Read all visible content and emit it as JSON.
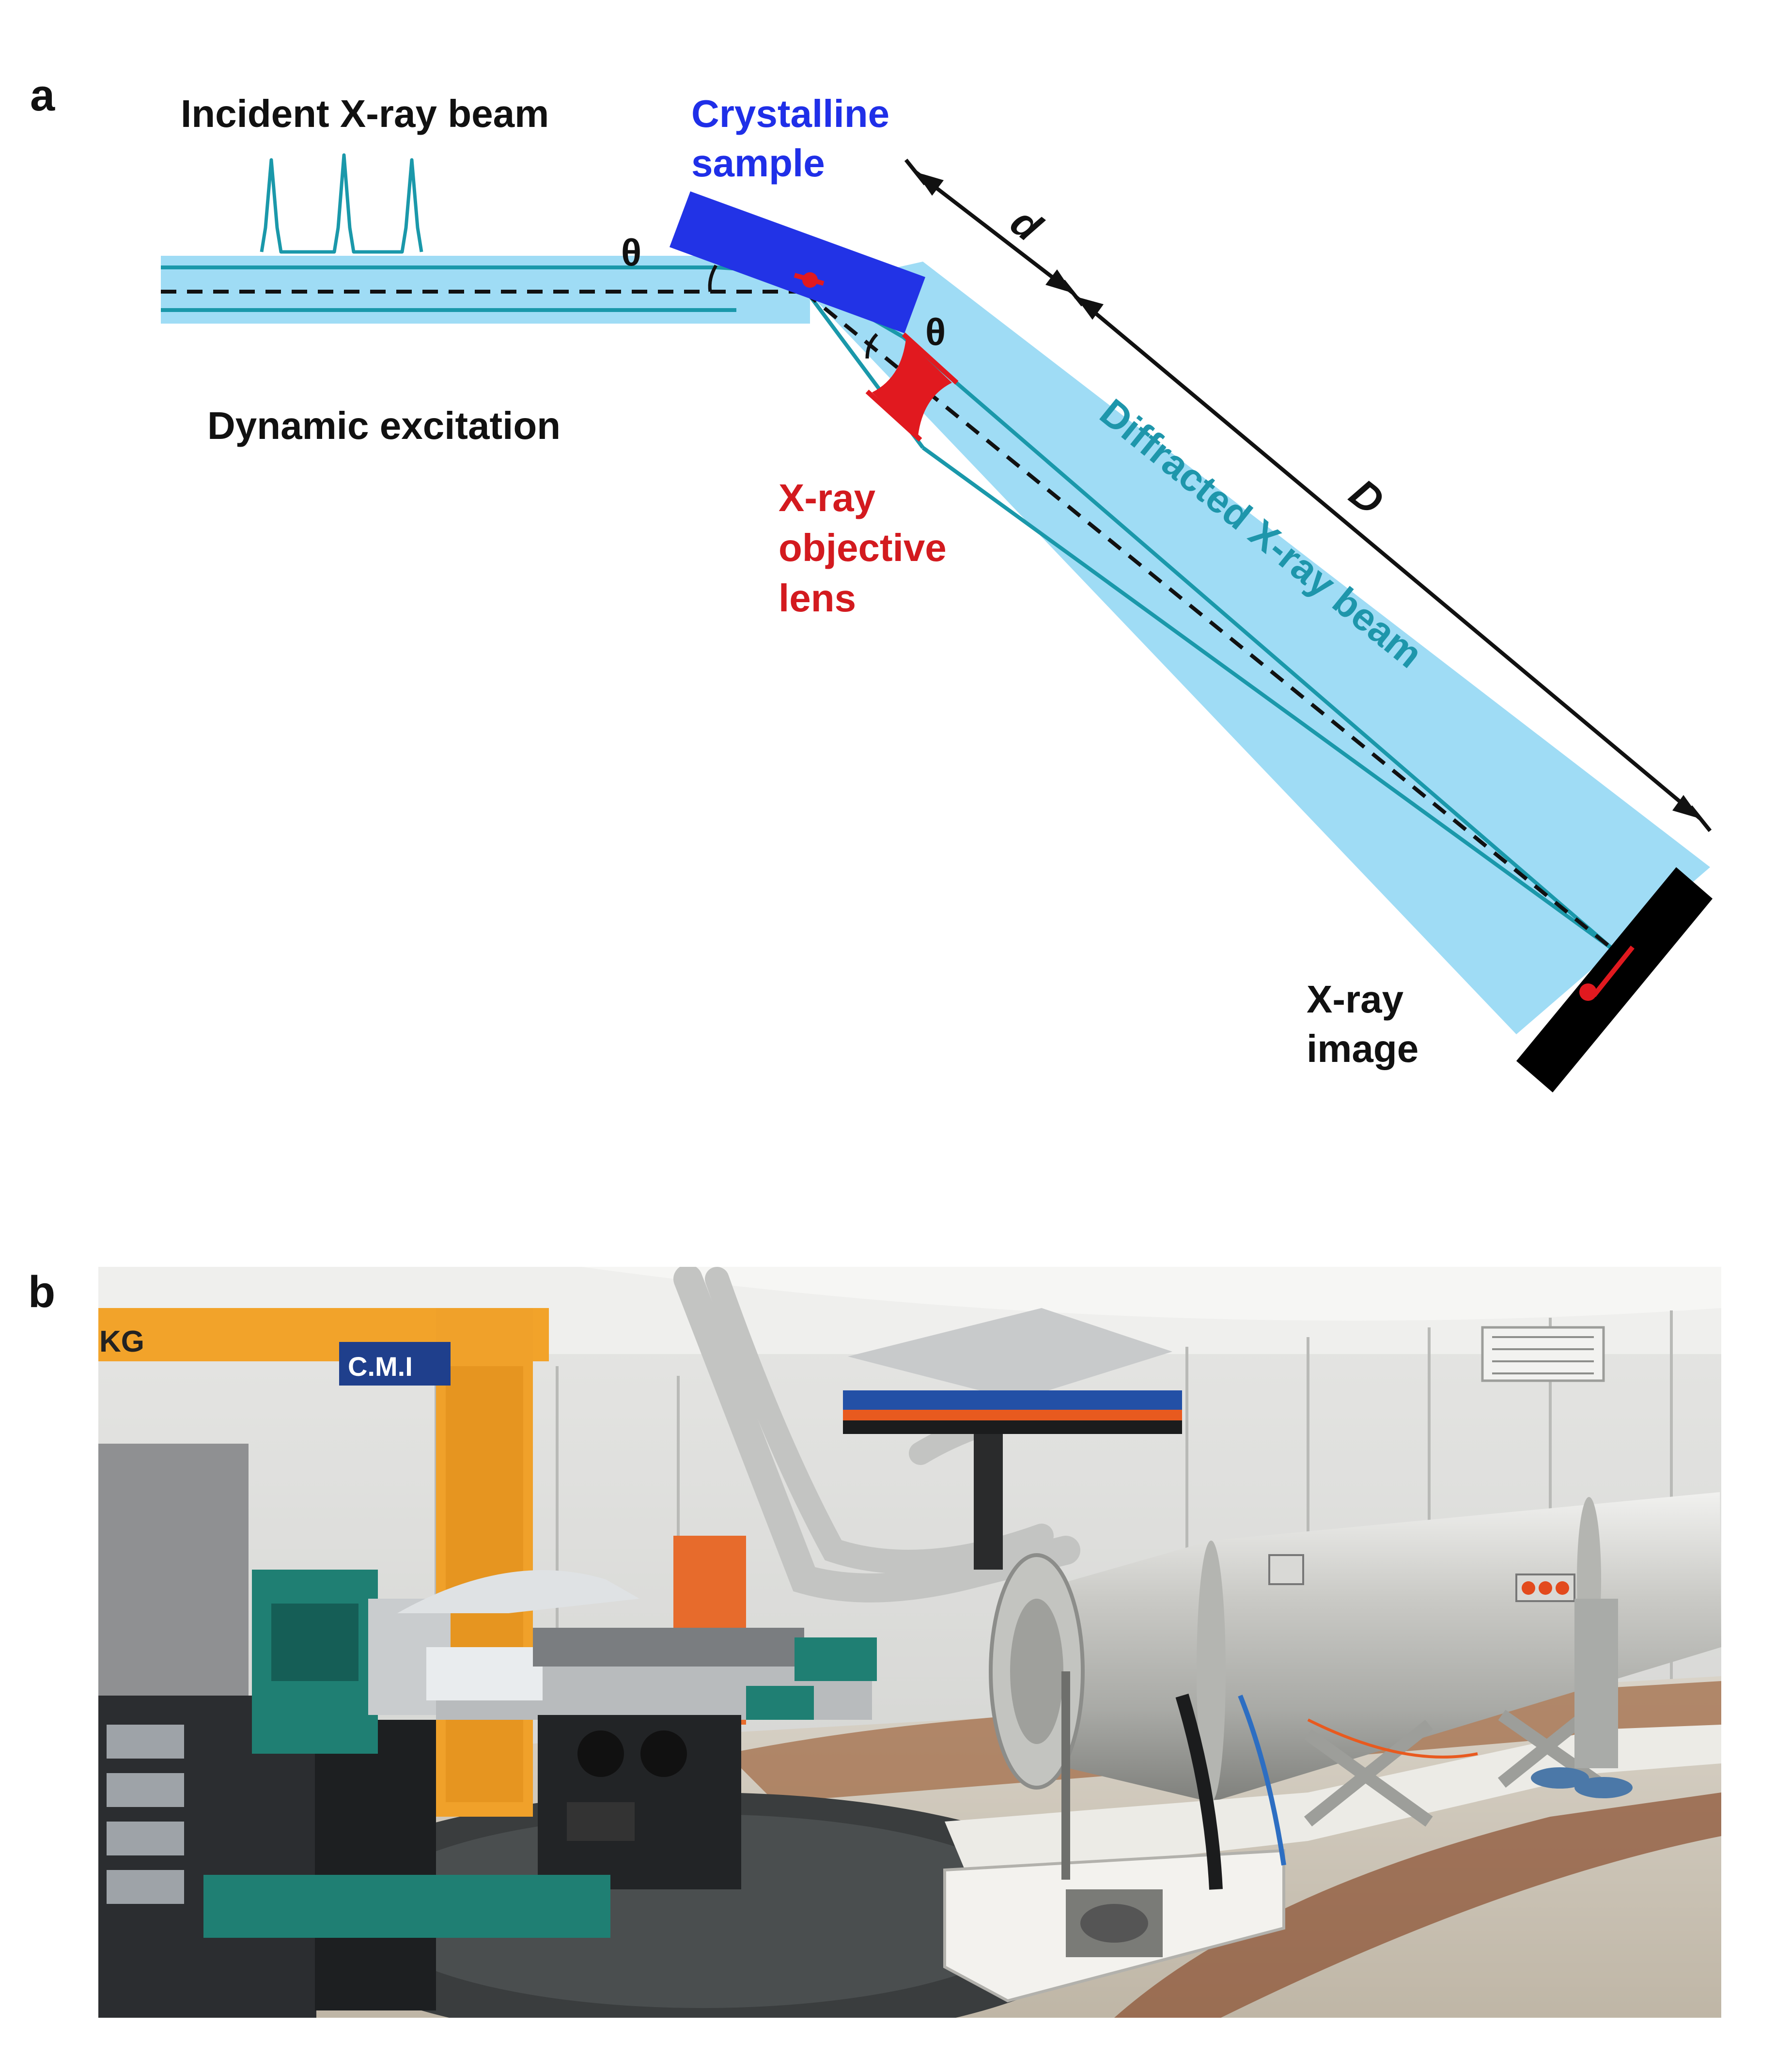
{
  "colors": {
    "beam_fill": "#9fdcf5",
    "beam_line": "#1a98aa",
    "sample": "#2233e6",
    "lens": "#e1191f",
    "detector": "#000000",
    "text_black": "#111111",
    "text_blue": "#1f2fe8",
    "text_red": "#d31a1f",
    "text_teal": "#1e96ab"
  },
  "panel_a": {
    "label": "a",
    "incident_beam": "Incident X-ray beam",
    "sample_line1": "Crystalline",
    "sample_line2": "sample",
    "theta_in": "θ",
    "theta_out": "θ",
    "distance_d": "d",
    "distance_D": "D",
    "excitation": "Dynamic excitation",
    "lens_line1": "X-ray",
    "lens_line2": "objective",
    "lens_line3": "lens",
    "diffracted_beam": "Diffracted X-ray beam",
    "image_line1": "X-ray",
    "image_line2": "image"
  },
  "panel_b": {
    "label": "b",
    "photo_description": "Photograph of beamline experimental hutch with diffractometer and long stainless steel detector flight tube",
    "sign_text": "C.M.I",
    "edge_text": "KG"
  }
}
